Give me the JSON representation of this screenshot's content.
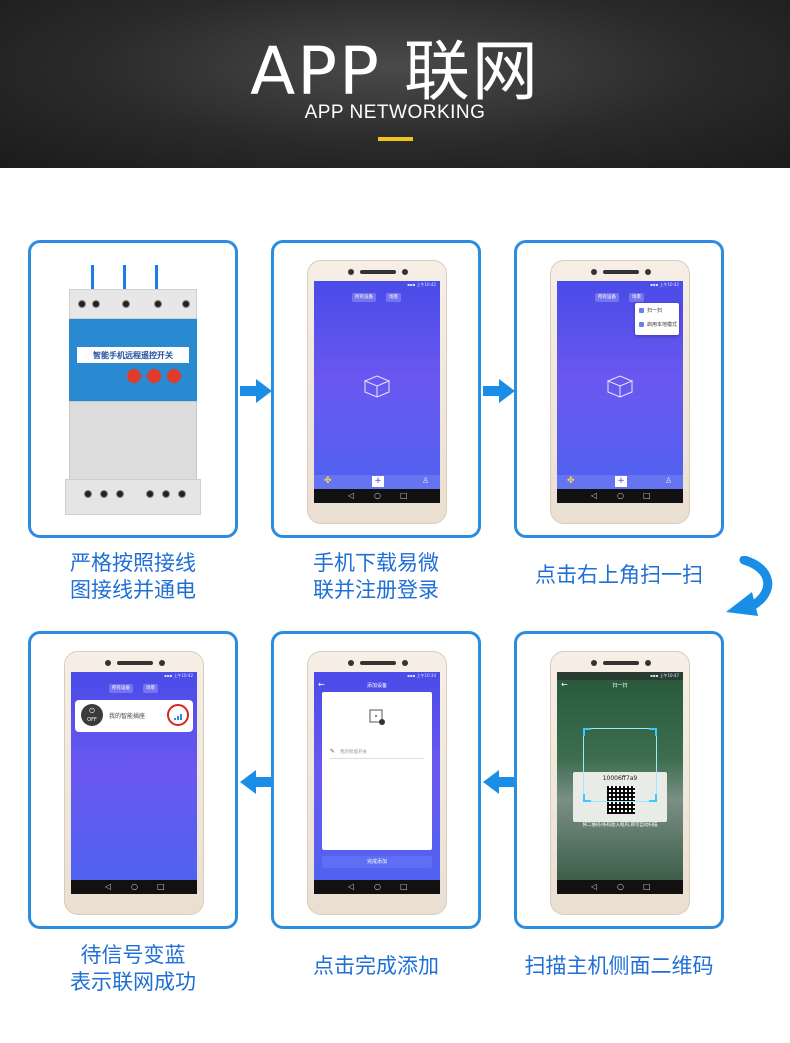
{
  "header": {
    "title": "APP 联网",
    "subtitle": "APP NETWORKING",
    "accent_color": "#f0c419"
  },
  "theme": {
    "border_color": "#2c8de0",
    "caption_color": "#1f6fd6",
    "arrow_color": "#1a8de6"
  },
  "steps": [
    {
      "caption_line1": "严格按照接线",
      "caption_line2": "图接线并通电",
      "device_label": "智能手机远程遥控开关"
    },
    {
      "caption_line1": "手机下载易微",
      "caption_line2": "联并注册登录",
      "screen_tab": "所有设备",
      "screen_tab2": "场景"
    },
    {
      "caption_line1": "点击右上角扫一扫",
      "screen_tab": "所有设备",
      "screen_tab2": "场景",
      "menu_item1": "扫一扫",
      "menu_item2": "启用本地模式"
    },
    {
      "caption_line1": "扫描主机侧面二维码",
      "screen_title": "扫一扫",
      "qr_label": "10006ff7a9",
      "scan_hint": "将二维码/条码放入框内,即可自动扫描"
    },
    {
      "caption_line1": "点击完成添加",
      "screen_title": "添加设备",
      "name_placeholder": "我的智能开关",
      "done_button": "完成添加"
    },
    {
      "caption_line1": "待信号变蓝",
      "caption_line2": "表示联网成功",
      "screen_tab": "所有设备",
      "screen_tab2": "场景",
      "device_name": "我的智能插座",
      "power_state": "OFF"
    }
  ]
}
